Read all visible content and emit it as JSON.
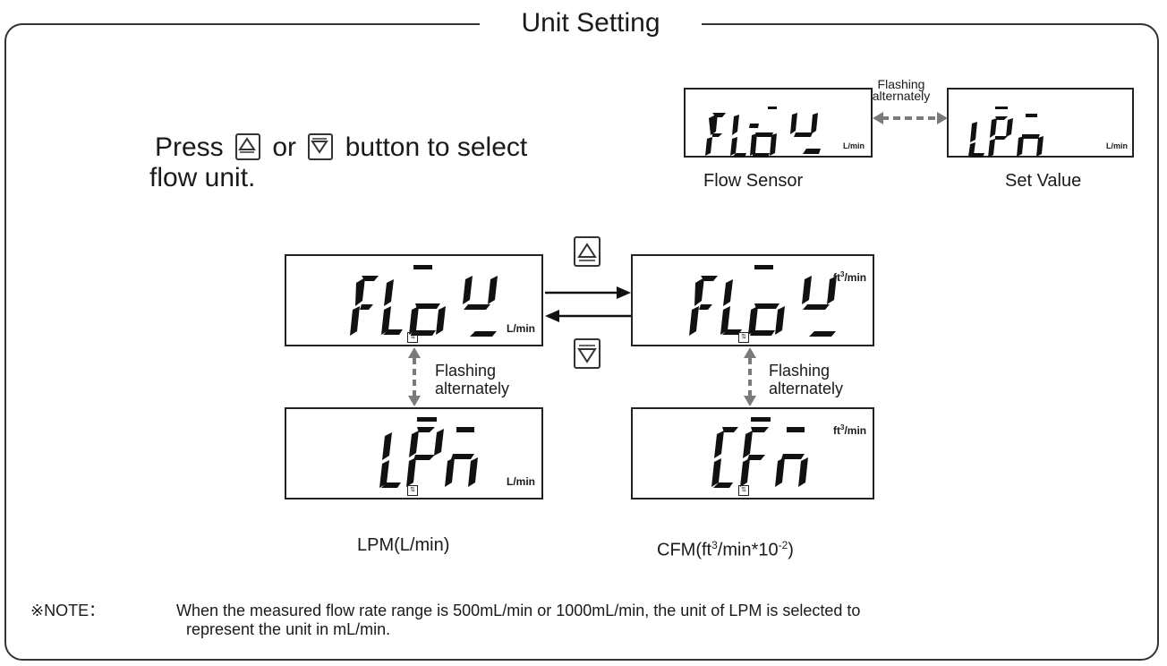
{
  "title": "Unit Setting",
  "instruction": {
    "part1": "Press",
    "part2": "or",
    "part3": "button to select",
    "line2": "flow unit."
  },
  "buttons": {
    "up": "up-triangle-button",
    "down": "down-triangle-button"
  },
  "top_example": {
    "left_label": "Flow Sensor",
    "right_label": "Set Value",
    "flash_label_line1": "Flashing",
    "flash_label_line2": "alternately",
    "left_unit": "L/min",
    "right_unit": "L/min"
  },
  "displays": {
    "flow_lpm_unit": "L/min",
    "flow_cfm_unit_base": "ft",
    "flow_cfm_unit_sup": "3",
    "flow_cfm_unit_rest": "/min",
    "lpm_unit": "L/min",
    "cfm_unit_base": "ft",
    "cfm_unit_sup": "3",
    "cfm_unit_rest": "/min"
  },
  "flash_left": {
    "line1": "Flashing",
    "line2": "alternately"
  },
  "flash_right": {
    "line1": "Flashing",
    "line2": "alternately"
  },
  "captions": {
    "lpm": "LPM(L/min)",
    "cfm_a": "CFM(ft",
    "cfm_sup": "3",
    "cfm_b": "/min*10",
    "cfm_sup2": "-2",
    "cfm_c": ")"
  },
  "note": {
    "prefix": "※NOTE：",
    "line1": "When the measured flow rate range is 500mL/min or 1000mL/min, the unit of LPM is selected to",
    "line2": "represent the unit in mL/min."
  },
  "colors": {
    "line": "#222222",
    "dashed_arrow": "#7a7a7a"
  }
}
